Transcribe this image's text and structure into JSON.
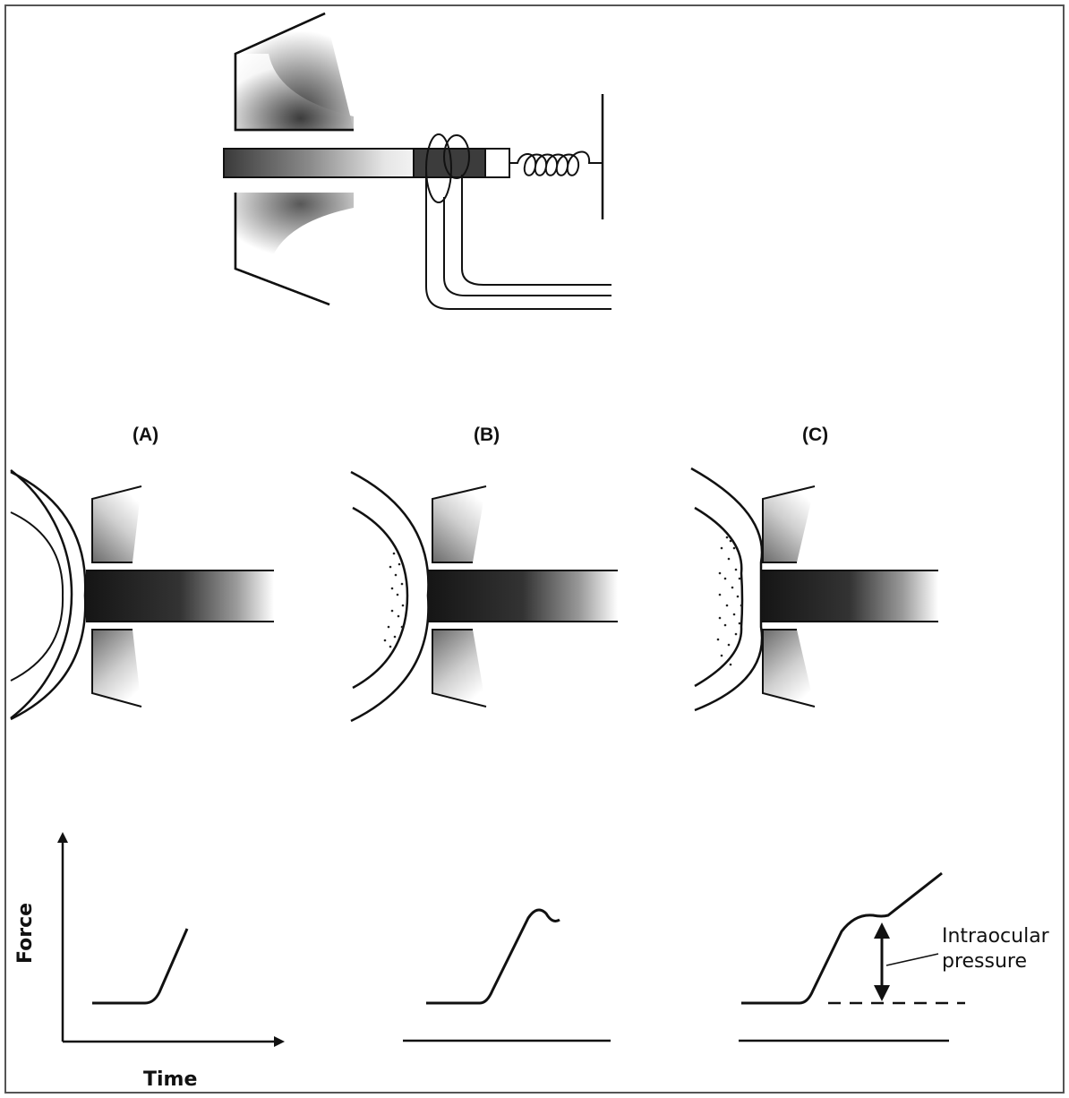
{
  "panels": [
    {
      "id": "A",
      "label": "(A)"
    },
    {
      "id": "B",
      "label": "(B)"
    },
    {
      "id": "C",
      "label": "(C)"
    }
  ],
  "axes": {
    "y_label": "Force",
    "x_label": "Time"
  },
  "annotation": {
    "line1": "Intraocular",
    "line2": "pressure"
  },
  "colors": {
    "ink": "#111111",
    "border": "#555555"
  }
}
